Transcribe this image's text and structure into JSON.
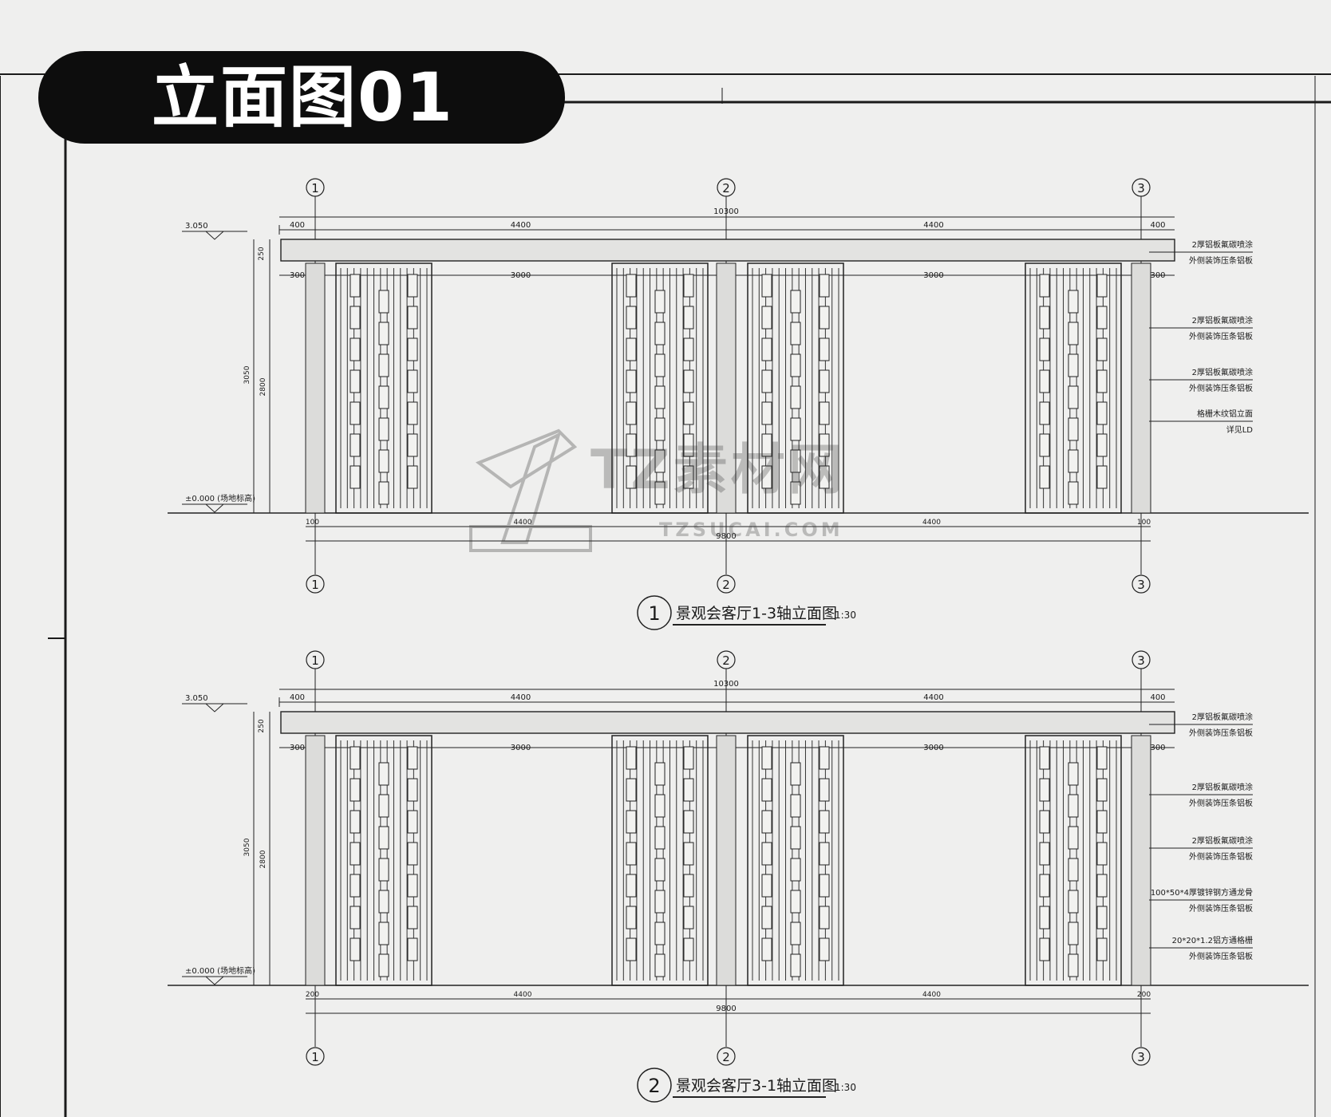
{
  "header": {
    "title": "立面图01"
  },
  "watermark": {
    "brand": "TZ素材网",
    "url": "TZSUCAI.COM"
  },
  "colors": {
    "pill": "#0d0d0d",
    "paper": "#efefee",
    "ink": "#1a1a1a"
  },
  "elevations": [
    {
      "number": "1",
      "caption": "景观会客厅1-3轴立面图",
      "scale": "1:30",
      "axes": [
        "1",
        "2",
        "3"
      ],
      "top_level": "3.050",
      "ground_level": "±0.000 (场地标高)",
      "overall_dim": "10300",
      "top_dims": [
        "400",
        "4400",
        "4400",
        "400"
      ],
      "bottom_total": "9800",
      "bottom_dims": [
        "100",
        "4400",
        "4400",
        "100"
      ],
      "beam_height": "250",
      "height_total": "3050",
      "height_main": "2800",
      "bay_dims": [
        "300",
        "3000",
        "3000",
        "300"
      ],
      "annotations": [
        "2厚铝板氟碳喷涂",
        "外侧装饰压条铝板",
        "2厚铝板氟碳喷涂",
        "外侧装饰压条铝板",
        "2厚铝板氟碳喷涂",
        "外侧装饰压条铝板",
        "格栅木纹铝立面",
        "详见LD"
      ]
    },
    {
      "number": "2",
      "caption": "景观会客厅3-1轴立面图",
      "scale": "1:30",
      "axes": [
        "1",
        "2",
        "3"
      ],
      "top_level": "3.050",
      "ground_level": "±0.000 (场地标高)",
      "overall_dim": "10300",
      "top_dims": [
        "400",
        "4400",
        "4400",
        "400"
      ],
      "bottom_total": "9800",
      "bottom_dims": [
        "200",
        "4400",
        "4400",
        "200"
      ],
      "beam_height": "250",
      "height_total": "3050",
      "height_main": "2800",
      "bay_dims": [
        "300",
        "3000",
        "3000",
        "300"
      ],
      "annotations": [
        "2厚铝板氟碳喷涂",
        "外侧装饰压条铝板",
        "2厚铝板氟碳喷涂",
        "外侧装饰压条铝板",
        "2厚铝板氟碳喷涂",
        "外侧装饰压条铝板",
        "100*50*4厚镀锌钢方通龙骨",
        "外侧装饰压条铝板",
        "20*20*1.2铝方通格栅",
        "外侧装饰压条铝板"
      ]
    }
  ]
}
